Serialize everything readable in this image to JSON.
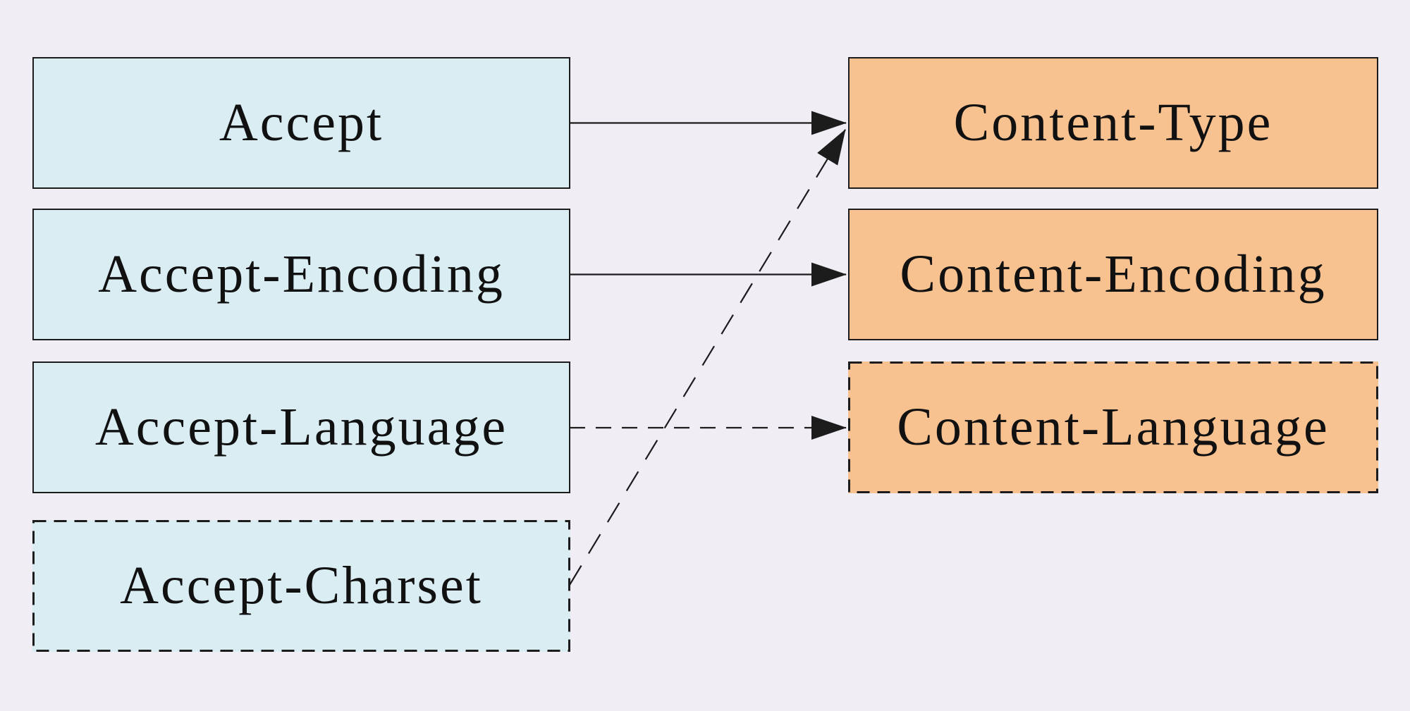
{
  "diagram": {
    "request_headers": [
      {
        "label": "Accept",
        "border_style": "solid"
      },
      {
        "label": "Accept-Encoding",
        "border_style": "solid"
      },
      {
        "label": "Accept-Language",
        "border_style": "solid"
      },
      {
        "label": "Accept-Charset",
        "border_style": "dashed"
      }
    ],
    "response_headers": [
      {
        "label": "Content-Type",
        "border_style": "solid"
      },
      {
        "label": "Content-Encoding",
        "border_style": "solid"
      },
      {
        "label": "Content-Language",
        "border_style": "dashed"
      }
    ],
    "connections": [
      {
        "from": "Accept",
        "to": "Content-Type",
        "line_style": "solid"
      },
      {
        "from": "Accept-Encoding",
        "to": "Content-Encoding",
        "line_style": "solid"
      },
      {
        "from": "Accept-Language",
        "to": "Content-Language",
        "line_style": "dashed"
      },
      {
        "from": "Accept-Charset",
        "to": "Content-Type",
        "line_style": "dashed"
      }
    ],
    "colors": {
      "background": "#f0eef4",
      "request_box_fill": "#d9edf3",
      "response_box_fill": "#f8c290",
      "box_border": "#1c1c1c",
      "arrow": "#1c1c1c",
      "text": "#111111"
    }
  }
}
